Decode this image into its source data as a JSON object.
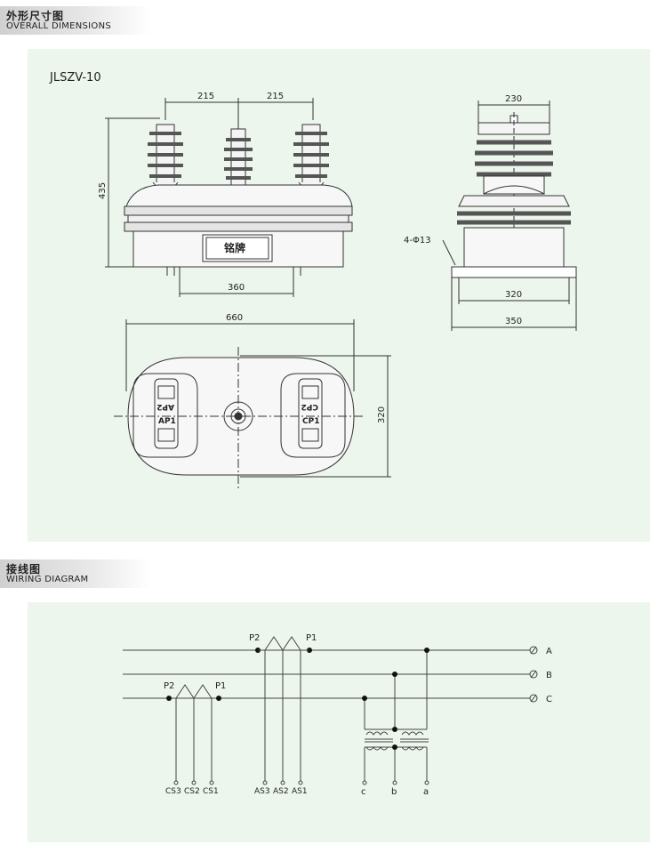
{
  "sections": {
    "dimensions": {
      "title_zh": "外形尺寸图",
      "title_en": "OVERALL DIMENSIONS"
    },
    "wiring": {
      "title_zh": "接线图",
      "title_en": "WIRING DIAGRAM"
    }
  },
  "drawing": {
    "model": "JLSZV-10",
    "front": {
      "dim_left_spacing": "215",
      "dim_right_spacing": "215",
      "dim_height": "435",
      "dim_base": "360",
      "nameplate": "铭牌"
    },
    "side": {
      "dim_top": "230",
      "dim_hole": "4-Φ13",
      "dim_base_inner": "320",
      "dim_base_outer": "350"
    },
    "top": {
      "dim_width": "660",
      "dim_depth": "320",
      "left_term_top": "AP2",
      "left_term_bottom": "AP1",
      "right_term_top": "CP2",
      "right_term_bottom": "CP1"
    }
  },
  "wiring": {
    "phases": [
      "A",
      "B",
      "C"
    ],
    "upper_ct": {
      "p2": "P2",
      "p1": "P1",
      "terminals": [
        "AS3",
        "AS2",
        "AS1"
      ]
    },
    "lower_ct": {
      "p2": "P2",
      "p1": "P1",
      "terminals": [
        "CS3",
        "CS2",
        "CS1"
      ]
    },
    "pt_terminals": [
      "c",
      "b",
      "a"
    ]
  },
  "colors": {
    "panel": "#edf6ec",
    "line": "#333333"
  }
}
